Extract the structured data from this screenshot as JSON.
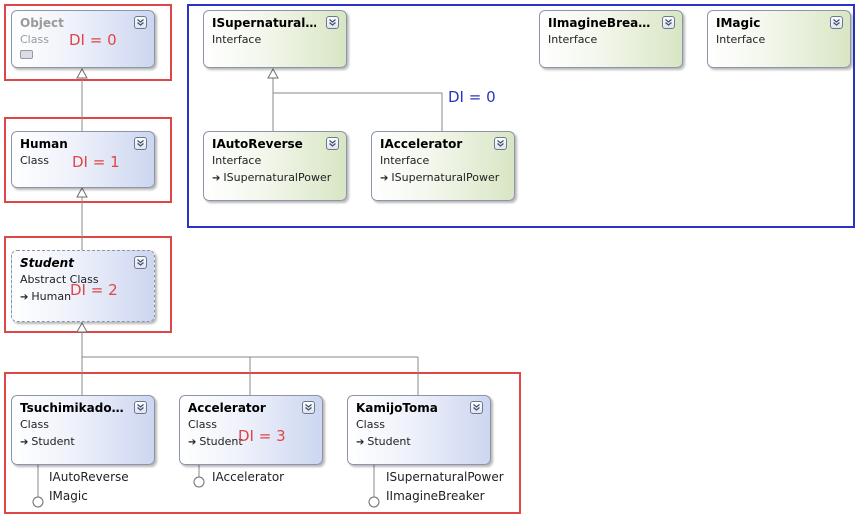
{
  "di_labels": {
    "object": "DI = 0",
    "human": "DI = 1",
    "student": "DI = 2",
    "leaves": "DI = 3",
    "interfaces": "DI = 0"
  },
  "boxes": {
    "object": {
      "title": "Object",
      "stereotype": "Class"
    },
    "human": {
      "title": "Human",
      "stereotype": "Class"
    },
    "student": {
      "title": "Student",
      "stereotype": "Abstract Class",
      "inherits": "Human"
    },
    "tsuchimikado": {
      "title": "Tsuchimikado…",
      "stereotype": "Class",
      "inherits": "Student"
    },
    "accelerator": {
      "title": "Accelerator",
      "stereotype": "Class",
      "inherits": "Student"
    },
    "kamijotoma": {
      "title": "KamijoToma",
      "stereotype": "Class",
      "inherits": "Student"
    },
    "isupernatural": {
      "title": "ISupernatural…",
      "stereotype": "Interface"
    },
    "iimaginebreaker": {
      "title": "IImagineBrea…",
      "stereotype": "Interface"
    },
    "imagic": {
      "title": "IMagic",
      "stereotype": "Interface"
    },
    "iautoreverse": {
      "title": "IAutoReverse",
      "stereotype": "Interface",
      "inherits": "ISupernaturalPower"
    },
    "iaccelerator": {
      "title": "IAccelerator",
      "stereotype": "Interface",
      "inherits": "ISupernaturalPower"
    }
  },
  "lollipops": {
    "tsuchimikado": [
      "IAutoReverse",
      "IMagic"
    ],
    "accelerator": [
      "IAccelerator"
    ],
    "kamijotoma": [
      "ISupernaturalPower",
      "IImagineBreaker"
    ]
  },
  "colors": {
    "frame_red": "#e04646",
    "frame_blue": "#2a33c8",
    "connector": "#8a8a8a"
  },
  "icons": {
    "collapse": "chevron-double-down-icon",
    "inherits": "inheritance-arrow-icon",
    "implements": "lollipop-interface-icon"
  }
}
